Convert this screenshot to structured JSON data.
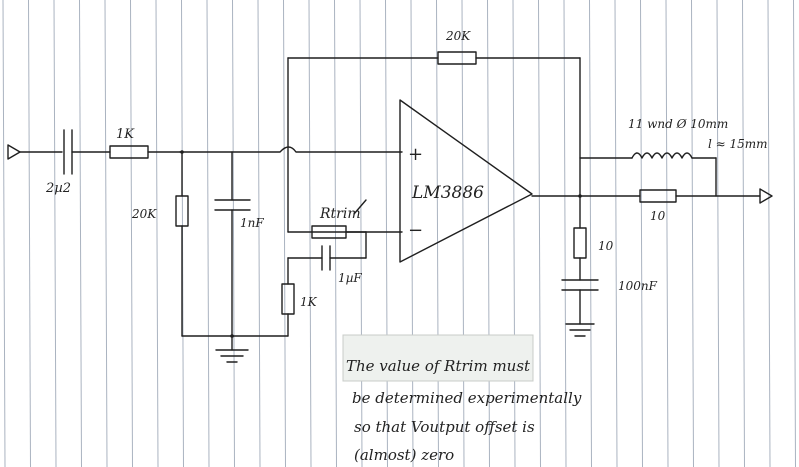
{
  "labels": {
    "input_cap": "2µ2",
    "input_res": "1K",
    "res_20k_left": "20K",
    "cap_1nf": "1nF",
    "rtrim": "Rtrim",
    "cap_1uf": "1µF",
    "res_1k_bottom": "1K",
    "feedback_res": "20K",
    "opamp_name": "LM3886",
    "opamp_plus": "+",
    "opamp_minus": "−",
    "coil_note_line1": "11 wnd Ø 10mm",
    "coil_note_line2": "l ≈ 15mm",
    "out_res": "10",
    "zobel_res": "10",
    "zobel_cap": "100nF"
  },
  "note": {
    "line1": "The value of Rtrim must",
    "line2": "be determined experimentally",
    "line3": "so that Voutput offset is",
    "line4": "(almost) zero"
  },
  "colors": {
    "ink": "#1f1f1f",
    "paper": "#ffffff",
    "rules": "#aab3c0",
    "sticky": "#eef1ee"
  }
}
